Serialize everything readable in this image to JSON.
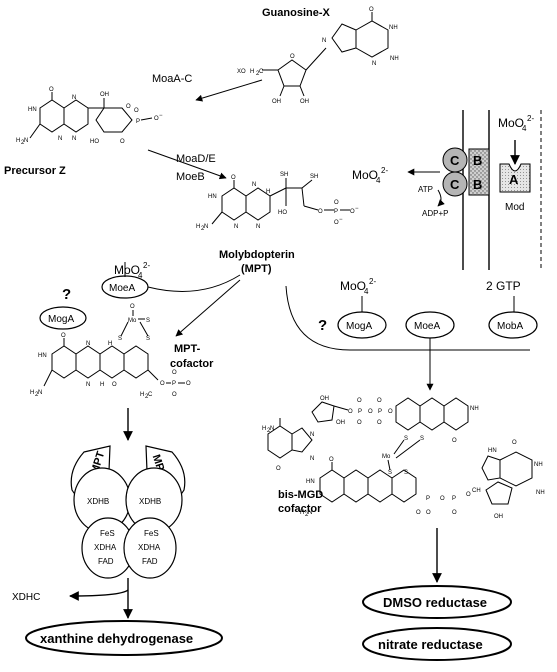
{
  "compounds": {
    "guanosine_x": "Guanosine-X",
    "precursor_z": "Precursor Z",
    "molybdopterin_line1": "Molybdopterin",
    "molybdopterin_line2": "(MPT)",
    "mpt_cofactor_line1": "MPT-",
    "mpt_cofactor_line2": "cofactor",
    "bis_mgd_line1": "bis-MGD",
    "bis_mgd_line2": "cofactor"
  },
  "enzymes": {
    "moaA_C": "MoaA-C",
    "moaD_E": "MoaD/E",
    "moeB": "MoeB",
    "moeA_left": "MoeA",
    "mogA_left": "MogA",
    "mogA_right": "MogA",
    "moeA_right": "MoeA",
    "mobA": "MobA",
    "question_left": "?",
    "question_right": "?"
  },
  "molybdate": {
    "top_right": "MoO",
    "top_right_sub": "4",
    "top_right_sup": "2-",
    "mid_right": "MoO",
    "mid_right_sub": "4",
    "mid_right_sup": "2-",
    "left": "MoO",
    "left_sub": "4",
    "left_sup": "2-",
    "center": "MoO",
    "center_sub": "4",
    "center_sup": "2-",
    "gtp": "2 GTP"
  },
  "transporter": {
    "c_top": "C",
    "c_bottom": "C",
    "b_top": "B",
    "b_bottom": "B",
    "a": "A",
    "atp": "ATP",
    "adp": "ADP+P",
    "mod": "Mod"
  },
  "xdh": {
    "mpt_left": "MPT",
    "mpt_right": "MPT",
    "xdhb_left": "XDHB",
    "xdhb_right": "XDHB",
    "fes_left": "FeS",
    "xdha_left": "XDHA",
    "fad_left": "FAD",
    "fes_right": "FeS",
    "xdha_right": "XDHA",
    "fad_right": "FAD",
    "xdhc": "XDHC"
  },
  "products": {
    "xanthine_dehydrogenase": "xanthine dehydrogenase",
    "dmso_reductase": "DMSO reductase",
    "nitrate_reductase": "nitrate reductase"
  },
  "chem_labels": {
    "xo": "XO",
    "h2c": "H",
    "o": "O",
    "oh": "OH",
    "hn": "HN",
    "n": "N",
    "nh": "NH",
    "h2n": "H",
    "p": "P",
    "sh1": "SH",
    "sh2": "SH",
    "s": "S",
    "mo": "Mo",
    "h": "H",
    "o_minus": "O",
    "ch2": "CH",
    "hn2": "H",
    "nh2": "NH"
  }
}
